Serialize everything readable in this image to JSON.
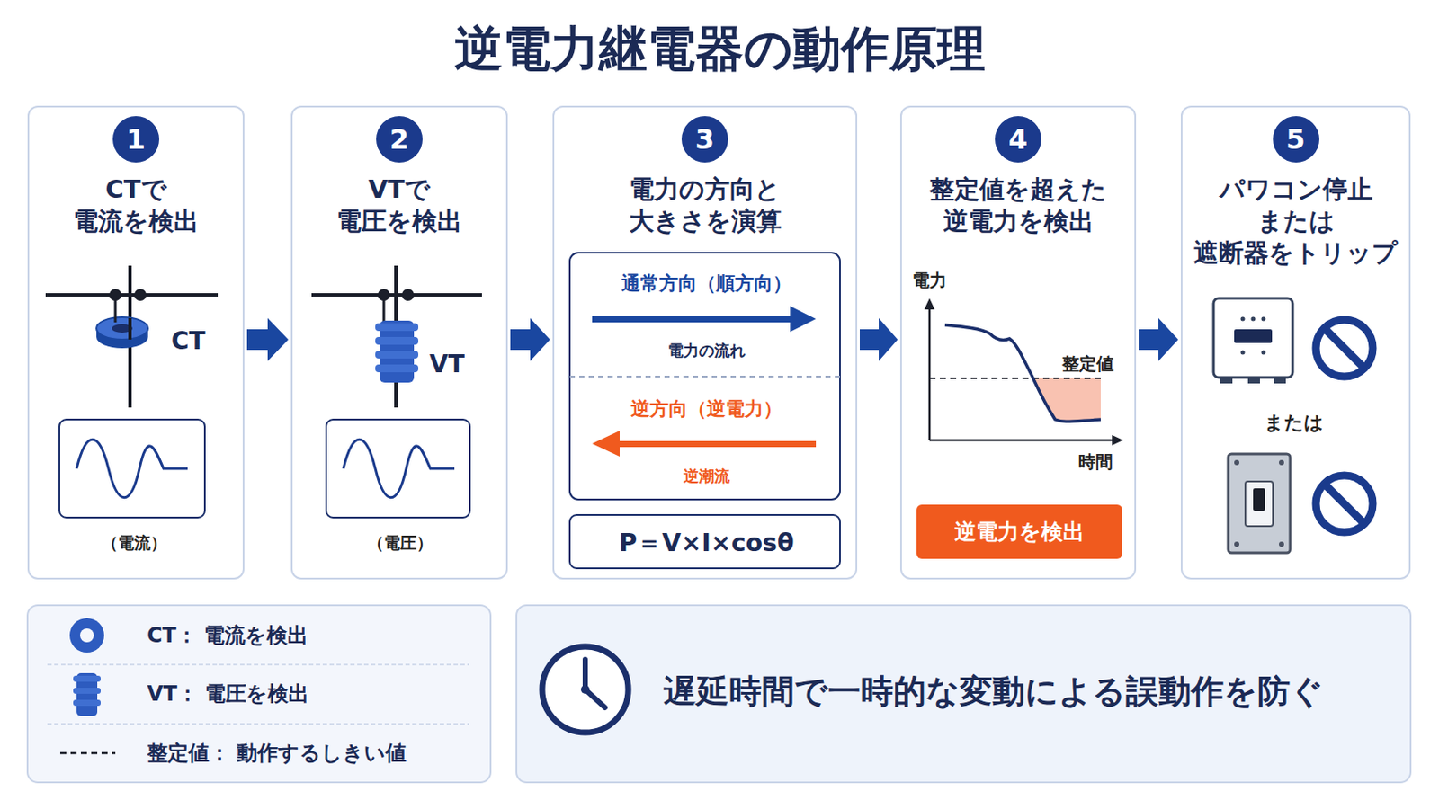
{
  "diagram": {
    "title": "逆電力継電器の動作原理",
    "nodes": [
      {
        "text": [
          "1",
          "CTで 電流を検出"
        ]
      },
      {
        "text": [
          "（電流）"
        ],
        "in": 0
      },
      {
        "text": [
          "2",
          "VTで 電圧を検出"
        ]
      },
      {
        "text": [
          "（電圧）"
        ],
        "in": 2
      },
      {
        "text": [
          "3",
          "電力の方向と 大きさを演算"
        ]
      },
      {
        "text": [
          "通常方向（順方向）",
          "電力の流れ",
          "逆方向（逆電力）",
          "逆潮流"
        ],
        "in": 4
      },
      {
        "text": [
          "P＝V×I×cosθ"
        ],
        "in": 4
      },
      {
        "text": [
          "4",
          "整定値を超えた 逆電力を検出"
        ]
      },
      {
        "text": [
          "逆電力を検出"
        ],
        "in": 7
      },
      {
        "text": [
          "5",
          "パワコン停止 または 遮断器をトリップ"
        ]
      },
      {
        "text": [
          "遅延時間で一時的な変動による誤動作を防ぐ"
        ]
      }
    ],
    "edges": [
      {
        "from": 0,
        "to": 2,
        "arrow": "to"
      },
      {
        "from": 2,
        "to": 4,
        "arrow": "to"
      },
      {
        "from": 4,
        "to": 7,
        "arrow": "to"
      },
      {
        "from": 7,
        "to": 9,
        "arrow": "to"
      }
    ],
    "labels": [
      "CT",
      "VT",
      "電力",
      "整定値",
      "時間",
      "または"
    ],
    "legend": [
      {
        "text": "CT： 電流を検出"
      },
      {
        "text": "VT： 電圧を検出"
      },
      {
        "text": "整定値： 動作するしきい値"
      }
    ]
  }
}
